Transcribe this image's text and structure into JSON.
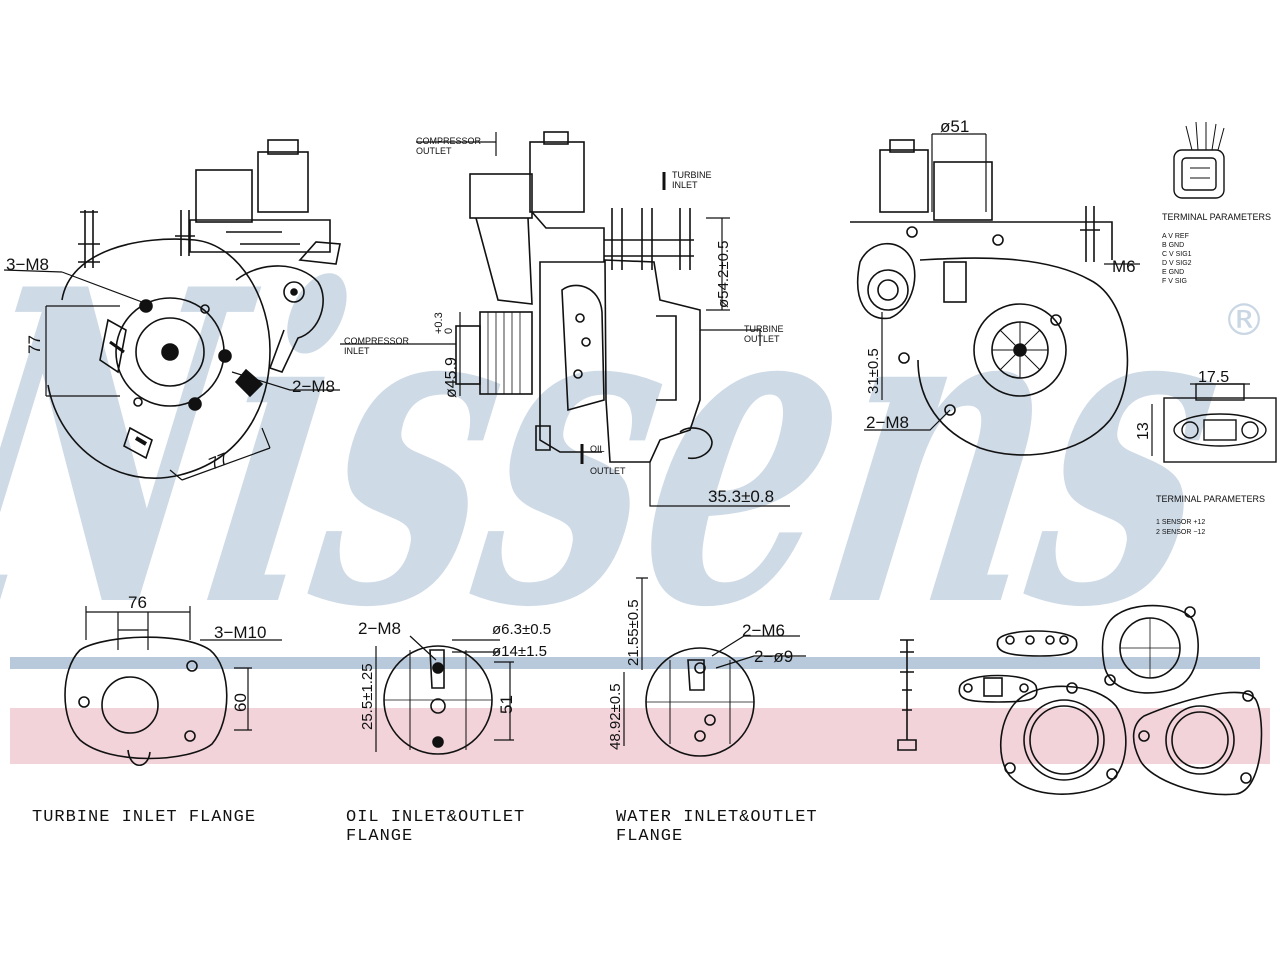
{
  "watermark": {
    "brand": "Nissens",
    "registered": "®",
    "colors": {
      "text": "#c9d6e4",
      "band_blue": "#b8c9dc",
      "band_red": "#f2d3da",
      "line": "#0a0a0a"
    }
  },
  "views": {
    "turbine_side": {
      "dim_3m8": "3−M8",
      "dim_77_v": "77",
      "dim_2m8": "2−M8",
      "dim_77_d": "77"
    },
    "side": {
      "compressor_outlet": "COMPRESSOR\nOUTLET",
      "turbine_inlet": "TURBINE\nINLET",
      "compressor_inlet": "COMPRESSOR\nINLET",
      "turbine_outlet": "TURBINE\nOUTLET",
      "oil_outlet": "OIL\nOUTLET",
      "dim_459": "ø45.9",
      "dim_459_tol": "+0.3\n 0",
      "dim_542": "ø54.2±0.5",
      "dim_353": "35.3±0.8"
    },
    "compressor_side": {
      "dim_51": "ø51",
      "dim_m6": "M6",
      "dim_31": "31±0.5",
      "dim_2m8": "2−M8"
    },
    "connector": {
      "terminal_parameters_1": "TERMINAL PARAMETERS",
      "terminal_list_1": [
        "A  V REF",
        "B  GND",
        "C  V SIG1",
        "D  V SIG2",
        "E  GND",
        "F  V SIG"
      ],
      "dim_175": "17.5",
      "dim_13": "13",
      "terminal_parameters_2": "TERMINAL PARAMETERS",
      "terminal_list_2": [
        "1  SENSOR +12",
        "2  SENSOR −12"
      ]
    }
  },
  "flanges": {
    "turbine_inlet": {
      "dim_76": "76",
      "dim_3m10": "3−M10",
      "dim_60": "60",
      "caption": "TURBINE  INLET  FLANGE"
    },
    "oil": {
      "dim_2m8": "2−M8",
      "dim_63": "ø6.3±0.5",
      "dim_14": "ø14±1.5",
      "dim_255": "25.5±1.25",
      "dim_51": "51",
      "caption": "OIL  INLET&OUTLET\nFLANGE"
    },
    "water": {
      "dim_2155": "21.55±0.5",
      "dim_2m6": "2−M6",
      "dim_d9": "2−ø9",
      "dim_4892": "48.92±0.5",
      "caption": "WATER  INLET&OUTLET\nFLANGE"
    }
  }
}
